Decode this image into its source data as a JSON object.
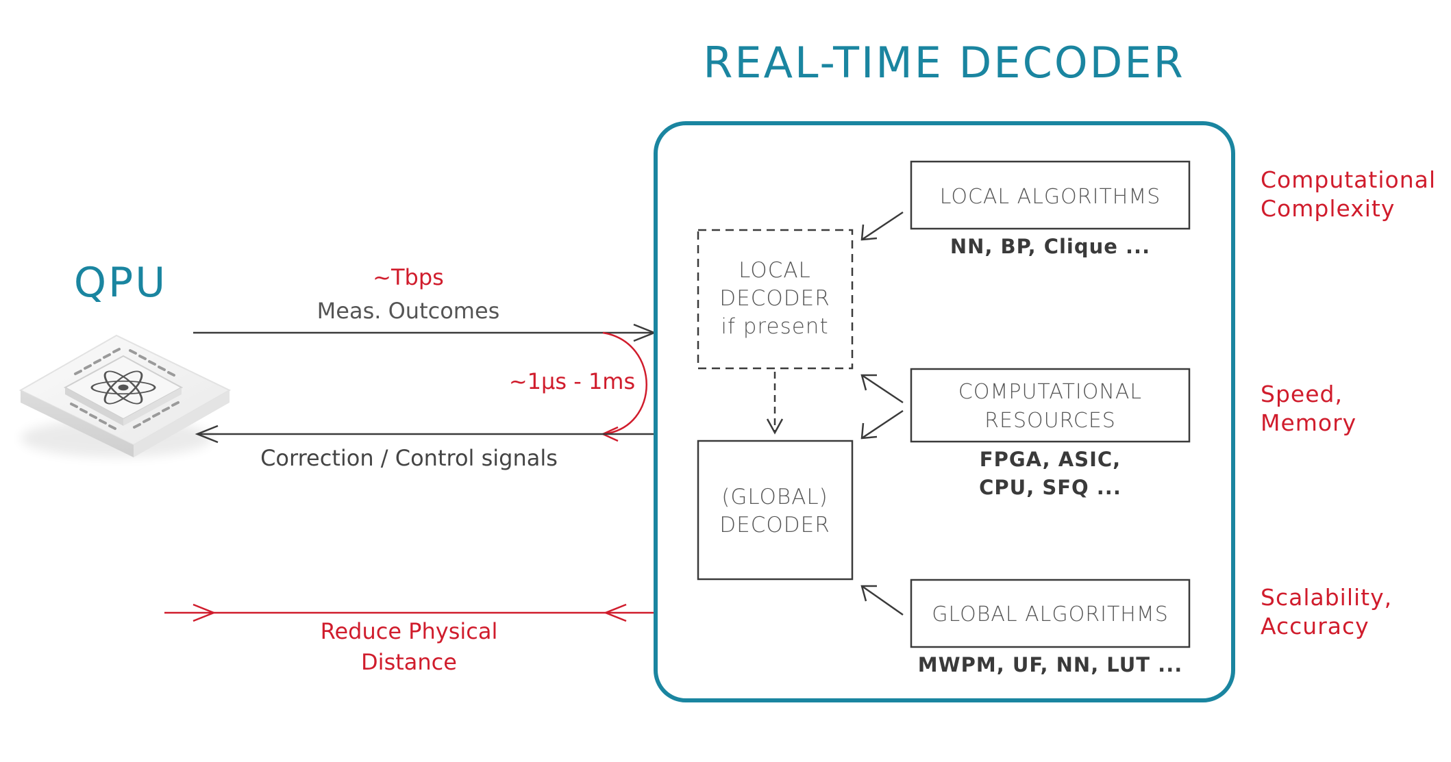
{
  "title": "REAL-TIME DECODER",
  "qpu_label": "QPU",
  "links": {
    "rate": "~Tbps",
    "meas_outcomes": "Meas. Outcomes",
    "latency": "~1μs - 1ms",
    "correction": "Correction / Control signals",
    "reduce_distance_line1": "Reduce Physical",
    "reduce_distance_line2": "Distance"
  },
  "decoder": {
    "local_decoder": [
      "LOCAL",
      "DECODER",
      "if present"
    ],
    "global_decoder": [
      "(GLOBAL)",
      "DECODER"
    ]
  },
  "boxes": [
    {
      "title_lines": [
        "LOCAL ALGORITHMS"
      ],
      "examples_lines": [
        "NN, BP, Clique ..."
      ]
    },
    {
      "title_lines": [
        "COMPUTATIONAL",
        "RESOURCES"
      ],
      "examples_lines": [
        "FPGA, ASIC,",
        "CPU, SFQ ..."
      ]
    },
    {
      "title_lines": [
        "GLOBAL ALGORITHMS"
      ],
      "examples_lines": [
        "MWPM, UF, NN, LUT ..."
      ]
    }
  ],
  "requirements": [
    [
      "Computational",
      "Complexity"
    ],
    [
      "Speed,",
      "Memory"
    ],
    [
      "Scalability,",
      "Accuracy"
    ]
  ],
  "icons": {
    "qpu": "qpu-chip-atom-icon"
  },
  "colors": {
    "teal": "#1a85a0",
    "red": "#d01c2c",
    "dark": "#3a3a3a",
    "gray_text": "#555555"
  }
}
